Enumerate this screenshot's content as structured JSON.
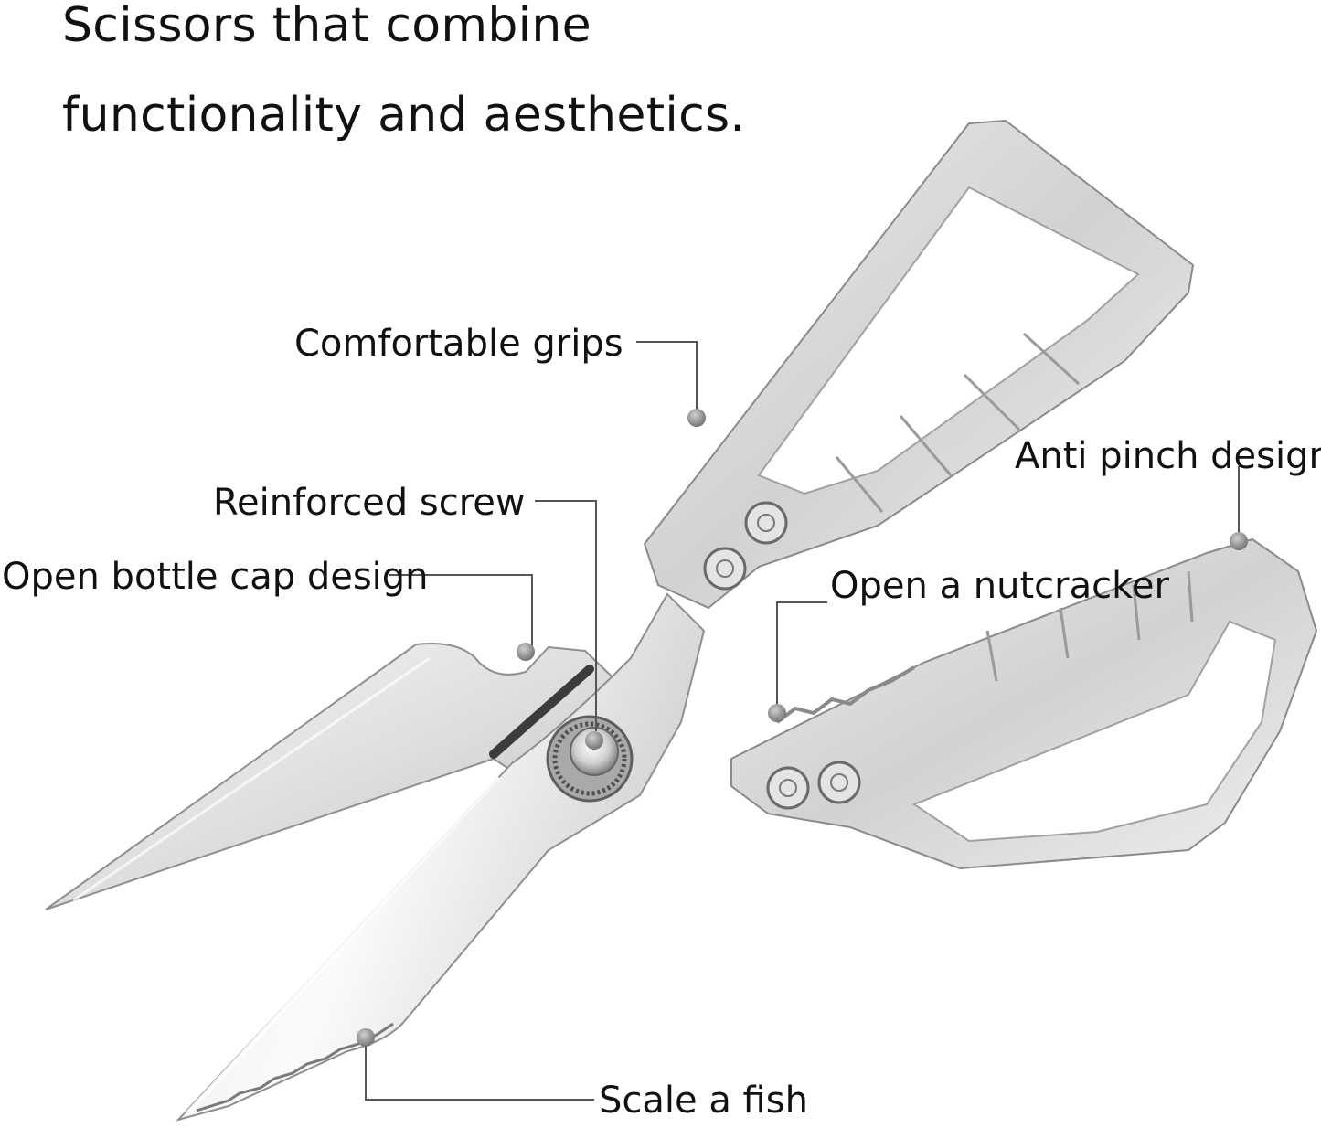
{
  "headline": {
    "line1": "Scissors that combine",
    "line2": "functionality and aesthetics."
  },
  "callouts": {
    "grips": "Comfortable grips",
    "screw": "Reinforced screw",
    "bottle": "Open bottle cap design",
    "nut": "Open a nutcracker",
    "antipinch": "Anti pinch design",
    "fish": "Scale a fish"
  },
  "colors": {
    "text": "#111111",
    "leader_line": "#555555",
    "marker_dot": "#8c8c8c",
    "metal_light": "#f2f2f2",
    "metal_mid": "#d6d6d6",
    "metal_dark": "#9a9a9a"
  }
}
